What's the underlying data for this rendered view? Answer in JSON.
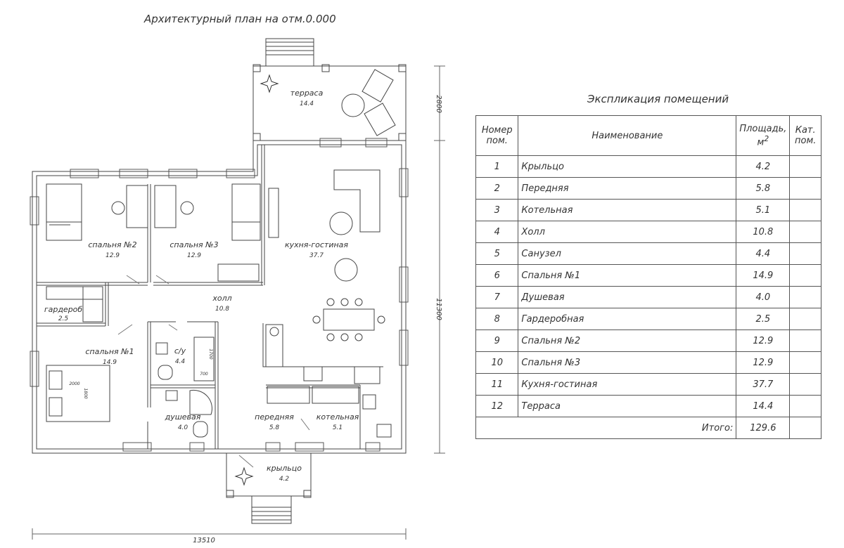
{
  "plan_title": "Архитектурный план на отм.0.000",
  "rooms": {
    "terrace": {
      "name": "терраса",
      "area": "14.4"
    },
    "bedroom2": {
      "name": "спальня №2",
      "area": "12.9"
    },
    "bedroom3": {
      "name": "спальня №3",
      "area": "12.9"
    },
    "kitchen": {
      "name": "кухня-гостиная",
      "area": "37.7"
    },
    "hall": {
      "name": "холл",
      "area": "10.8"
    },
    "wardrobe": {
      "name": "гардероб",
      "area": "2.5"
    },
    "bedroom1": {
      "name": "спальня №1",
      "area": "14.9"
    },
    "wc": {
      "name": "с/у",
      "area": "4.4"
    },
    "shower": {
      "name": "душевая",
      "area": "4.0"
    },
    "entry": {
      "name": "передняя",
      "area": "5.8"
    },
    "boiler": {
      "name": "котельная",
      "area": "5.1"
    },
    "porch": {
      "name": "крыльцо",
      "area": "4.2"
    }
  },
  "dimensions": {
    "width_total": "13510",
    "height_main": "11300",
    "height_terrace": "2800",
    "bed1_length": "2000",
    "bed1_width": "1800",
    "bath_length": "1700",
    "bath_width": "700"
  },
  "explication": {
    "title": "Экспликация помещений",
    "headers": {
      "num": "Номер пом.",
      "name": "Наименование",
      "area": "Площадь, м",
      "area_sup": "2",
      "cat": "Кат. пом."
    },
    "rows": [
      {
        "num": "1",
        "name": "Крыльцо",
        "area": "4.2"
      },
      {
        "num": "2",
        "name": "Передняя",
        "area": "5.8"
      },
      {
        "num": "3",
        "name": "Котельная",
        "area": "5.1"
      },
      {
        "num": "4",
        "name": "Холл",
        "area": "10.8"
      },
      {
        "num": "5",
        "name": "Санузел",
        "area": "4.4"
      },
      {
        "num": "6",
        "name": "Спальня №1",
        "area": "14.9"
      },
      {
        "num": "7",
        "name": "Душевая",
        "area": "4.0"
      },
      {
        "num": "8",
        "name": "Гардеробная",
        "area": "2.5"
      },
      {
        "num": "9",
        "name": "Спальня №2",
        "area": "12.9"
      },
      {
        "num": "10",
        "name": "Спальня №3",
        "area": "12.9"
      },
      {
        "num": "11",
        "name": "Кухня-гостиная",
        "area": "37.7"
      },
      {
        "num": "12",
        "name": "Терраса",
        "area": "14.4"
      }
    ],
    "total_label": "Итого:",
    "total_value": "129.6"
  }
}
